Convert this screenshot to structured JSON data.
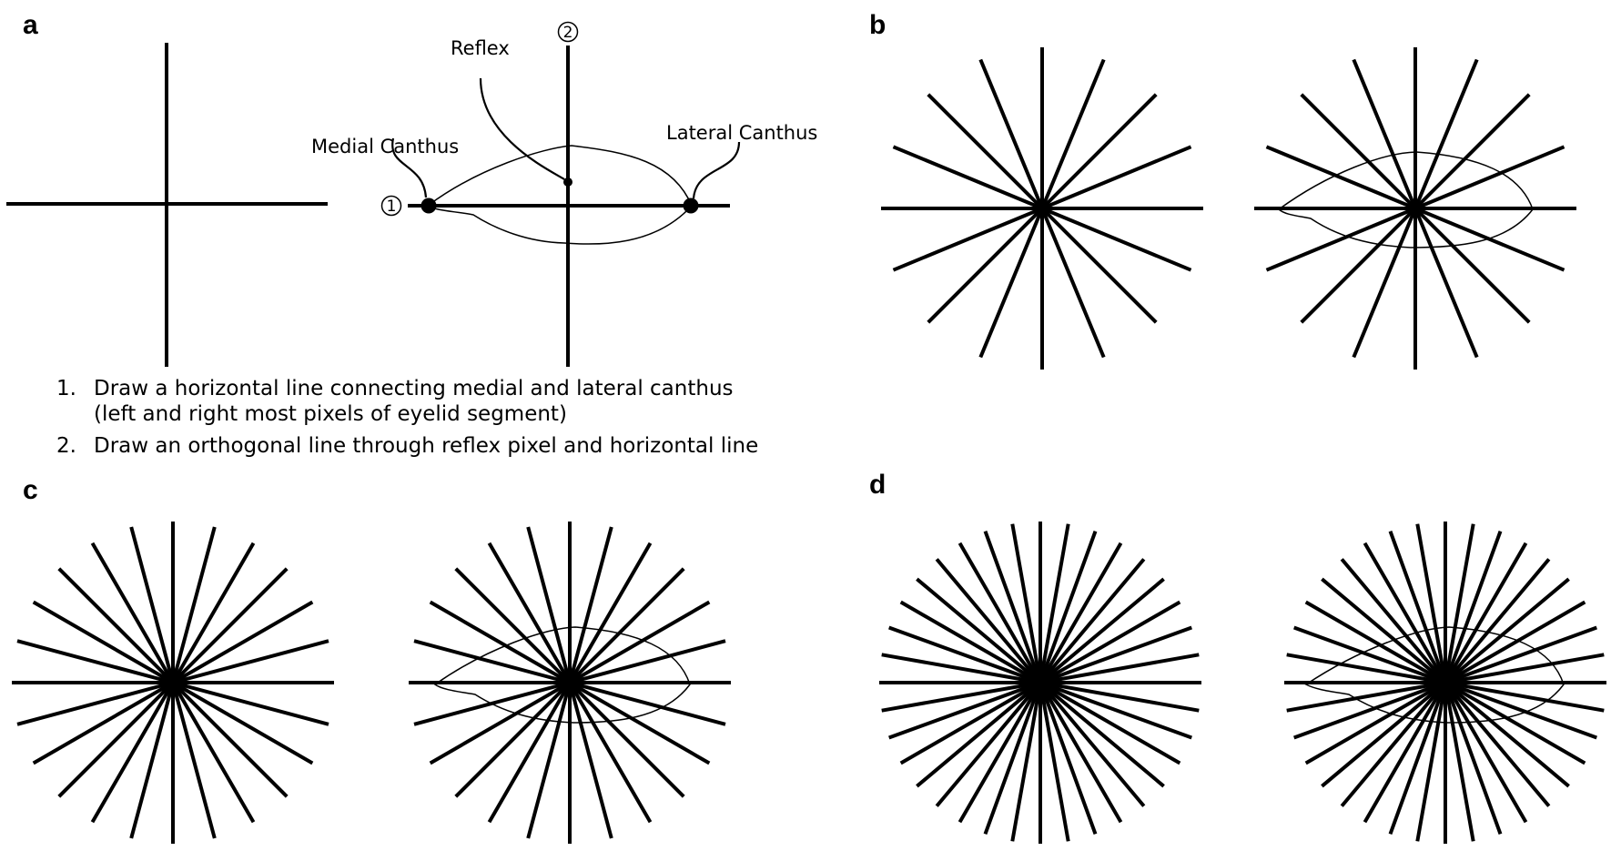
{
  "panels": {
    "a": "a",
    "b": "b",
    "c": "c",
    "d": "d"
  },
  "labels": {
    "reflex": "Reflex",
    "medial_canthus": "Medial Canthus",
    "lateral_canthus": "Lateral Canthus",
    "marker_1": "1",
    "marker_2": "2"
  },
  "steps": {
    "num_1": "1.",
    "line_1": "Draw a horizontal line connecting medial and lateral canthus",
    "line_1_cont": "(left and right most pixels of eyelid segment)",
    "num_2": "2.",
    "line_2": "Draw an orthogonal line through reflex pixel and horizontal line"
  },
  "starbursts": {
    "b": {
      "rays": 16
    },
    "c": {
      "rays": 24
    },
    "d": {
      "rays": 36
    }
  },
  "colors": {
    "ink": "#000000",
    "background": "#ffffff"
  }
}
